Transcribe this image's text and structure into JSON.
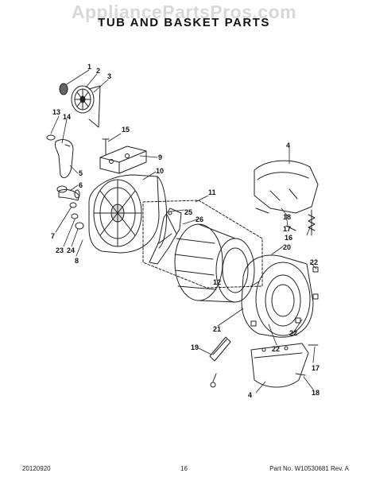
{
  "watermark": "AppliancePartsPros.com",
  "title": "TUB AND BASKET PARTS",
  "callouts": [
    "1",
    "2",
    "3",
    "13",
    "14",
    "5",
    "6",
    "7",
    "23",
    "24",
    "8",
    "15",
    "9",
    "10",
    "11",
    "25",
    "26",
    "12",
    "4",
    "18",
    "17",
    "16",
    "20",
    "22",
    "21",
    "22",
    "22",
    "19",
    "17",
    "4",
    "18"
  ],
  "footer": {
    "date": "20120920",
    "page": "16",
    "part": "Part No. W10530681  Rev. A"
  }
}
